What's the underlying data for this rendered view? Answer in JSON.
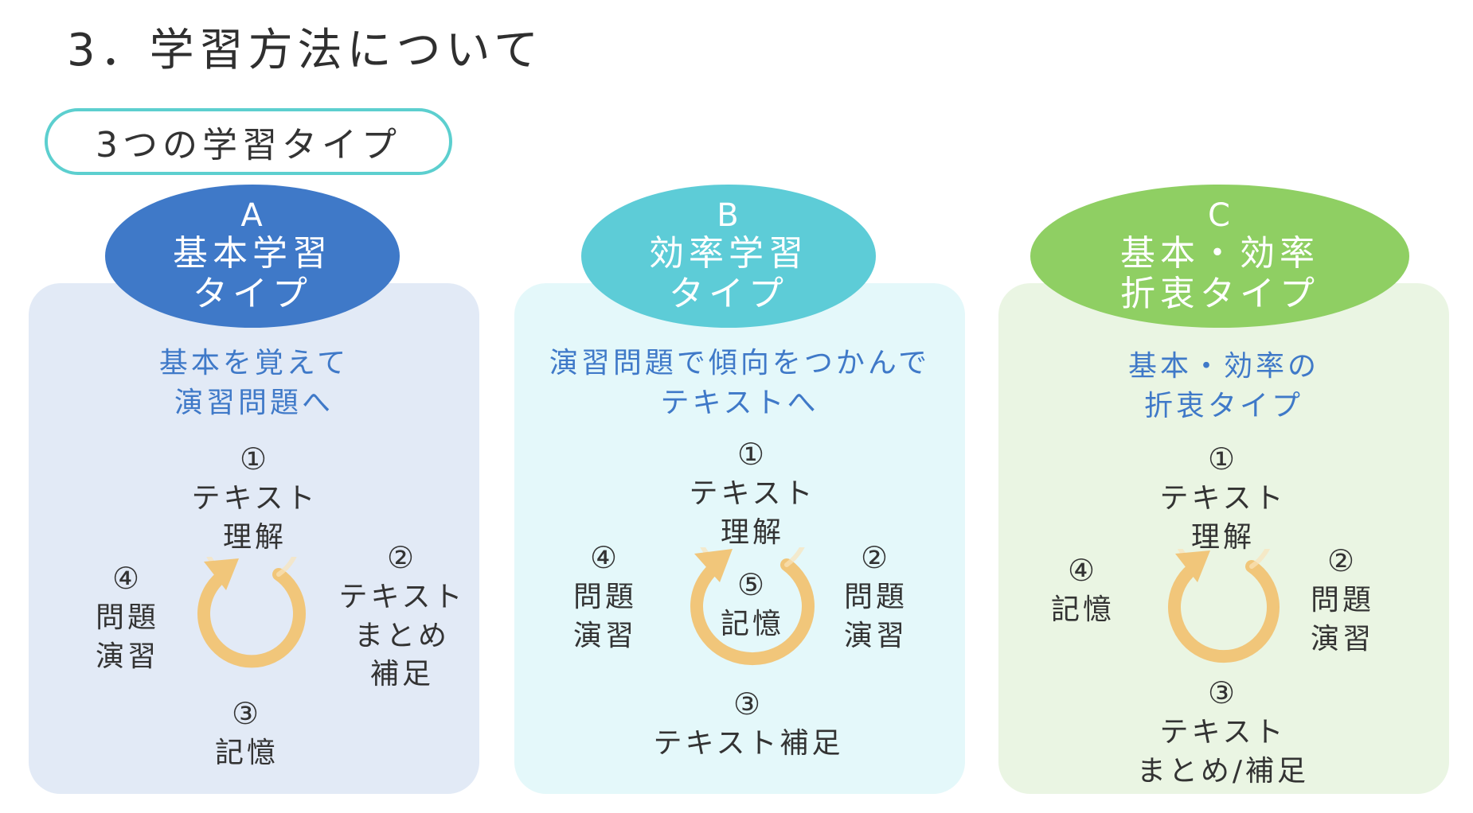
{
  "title": "3．学習方法について",
  "subtitle": "3つの学習タイプ",
  "types": {
    "a": {
      "letter": "A",
      "name_line1": "基本学習",
      "name_line2": "タイプ",
      "tag_line1": "基本を覚えて",
      "tag_line2": "演習問題へ",
      "step1_num": "①",
      "step1_l1": "テキスト",
      "step1_l2": "理解",
      "step2_num": "②",
      "step2_l1": "テキスト",
      "step2_l2": "まとめ",
      "step2_l3": "補足",
      "step3_num": "③",
      "step3_l1": "記憶",
      "step4_num": "④",
      "step4_l1": "問題",
      "step4_l2": "演習"
    },
    "b": {
      "letter": "B",
      "name_line1": "効率学習",
      "name_line2": "タイプ",
      "tag_line1": "演習問題で傾向をつかんで",
      "tag_line2": "テキストへ",
      "step1_num": "①",
      "step1_l1": "テキスト",
      "step1_l2": "理解",
      "step2_num": "②",
      "step2_l1": "問題",
      "step2_l2": "演習",
      "step3_num": "③",
      "step3_l1": "テキスト補足",
      "step4_num": "④",
      "step4_l1": "問題",
      "step4_l2": "演習",
      "step5_num": "⑤",
      "step5_l1": "記憶"
    },
    "c": {
      "letter": "C",
      "name_line1": "基本・効率",
      "name_line2": "折衷タイプ",
      "tag_line1": "基本・効率の",
      "tag_line2": "折衷タイプ",
      "step1_num": "①",
      "step1_l1": "テキスト",
      "step1_l2": "理解",
      "step2_num": "②",
      "step2_l1": "問題",
      "step2_l2": "演習",
      "step3_num": "③",
      "step3_l1": "テキスト",
      "step3_l2": "まとめ/補足",
      "step4_num": "④",
      "step4_l1": "記憶"
    }
  },
  "icons": {
    "cycle": "circular-arrow-icon"
  },
  "colors": {
    "type_a": "#3f79c8",
    "type_b": "#5dccd7",
    "type_c": "#8fcf63",
    "cycle_arrow": "#f1c67a",
    "tagline": "#3f79c8"
  }
}
